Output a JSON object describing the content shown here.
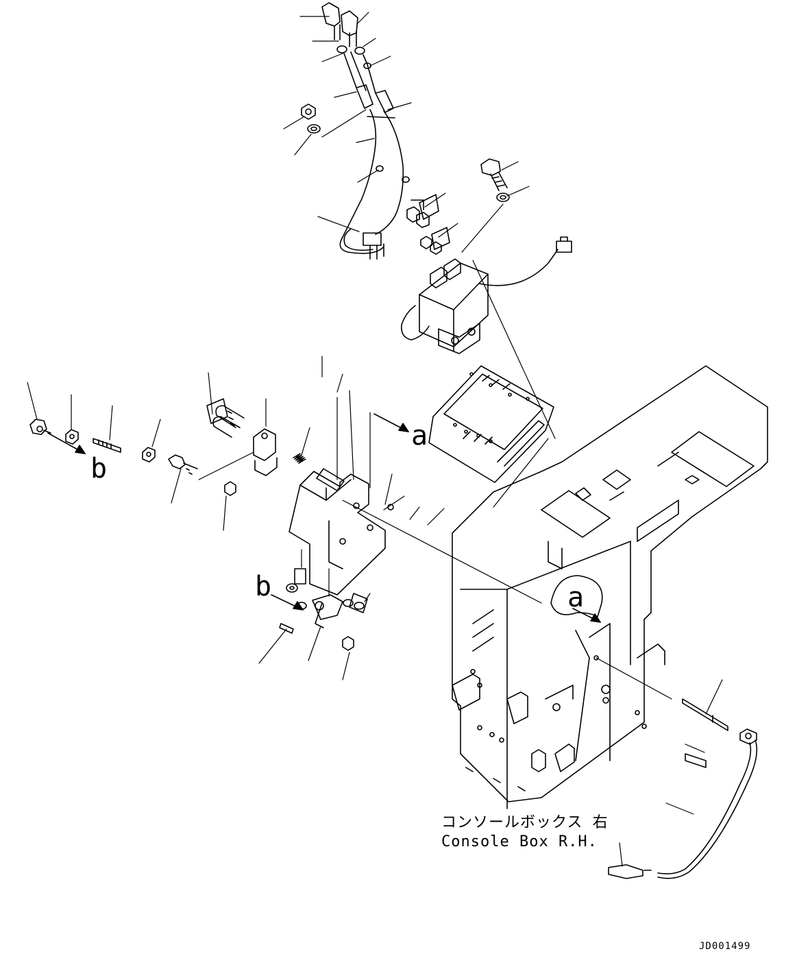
{
  "diagram": {
    "caption_jp": "コンソールボックス 右",
    "caption_en": "Console Box R.H.",
    "drawing_code": "JD001499",
    "ref_a": "a",
    "ref_b": "b",
    "line_color": "#000000"
  }
}
